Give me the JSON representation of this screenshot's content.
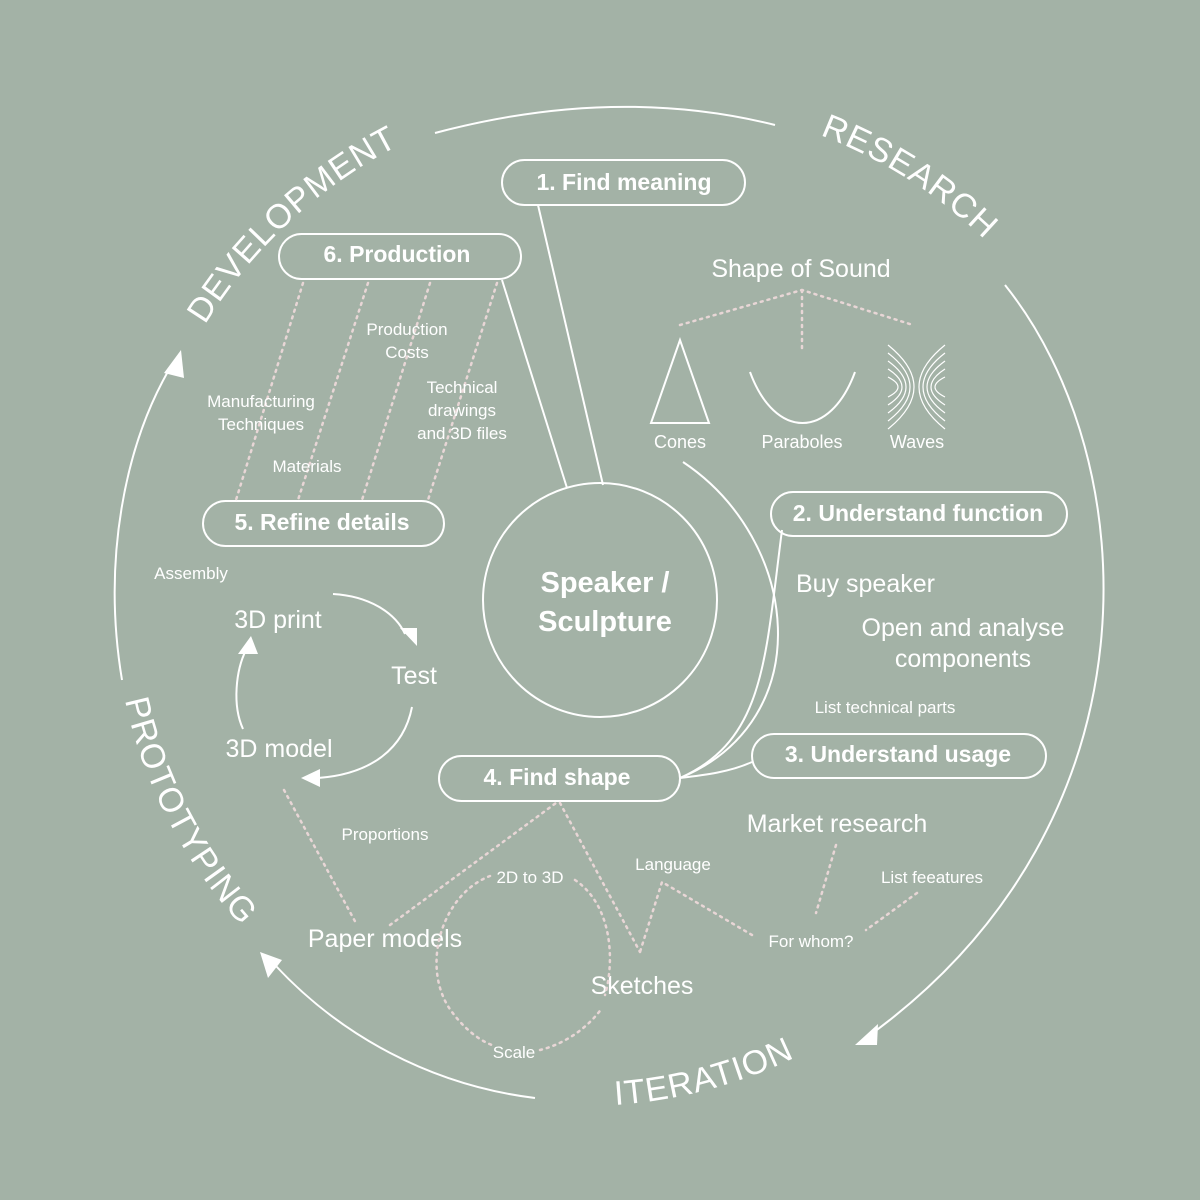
{
  "phases": {
    "research": "RESEARCH",
    "development": "DEVELOPMENT",
    "prototyping": "PROTOTYPING",
    "iteration": "ITERATION"
  },
  "center": {
    "line1": "Speaker /",
    "line2": "Sculpture"
  },
  "stages": {
    "s1": "1. Find meaning",
    "s2": "2. Understand function",
    "s3": "3. Understand usage",
    "s4": "4. Find shape",
    "s5": "5. Refine details",
    "s6": "6. Production"
  },
  "research": {
    "shape_of_sound": "Shape of Sound",
    "cones": "Cones",
    "paraboles": "Paraboles",
    "waves": "Waves",
    "buy_speaker": "Buy speaker",
    "open_analyse_1": "Open and analyse",
    "open_analyse_2": "components",
    "list_technical": "List technical parts",
    "market_research": "Market research",
    "list_features": "List feeatures",
    "for_whom": "For whom?",
    "language": "Language"
  },
  "production": {
    "manufacturing_1": "Manufacturing",
    "manufacturing_2": "Techniques",
    "materials": "Materials",
    "costs_1": "Production",
    "costs_2": "Costs",
    "technical_1": "Technical",
    "technical_2": "drawings",
    "technical_3": "and 3D files"
  },
  "prototyping": {
    "assembly": "Assembly",
    "print_3d": "3D print",
    "test": "Test",
    "model_3d": "3D model",
    "proportions": "Proportions",
    "paper_models": "Paper models",
    "two_d_to_three_d": "2D to 3D",
    "sketches": "Sketches",
    "scale": "Scale"
  },
  "colors": {
    "background": "#a3b2a6",
    "line": "#ffffff",
    "dotted": "#e8d6d6"
  }
}
